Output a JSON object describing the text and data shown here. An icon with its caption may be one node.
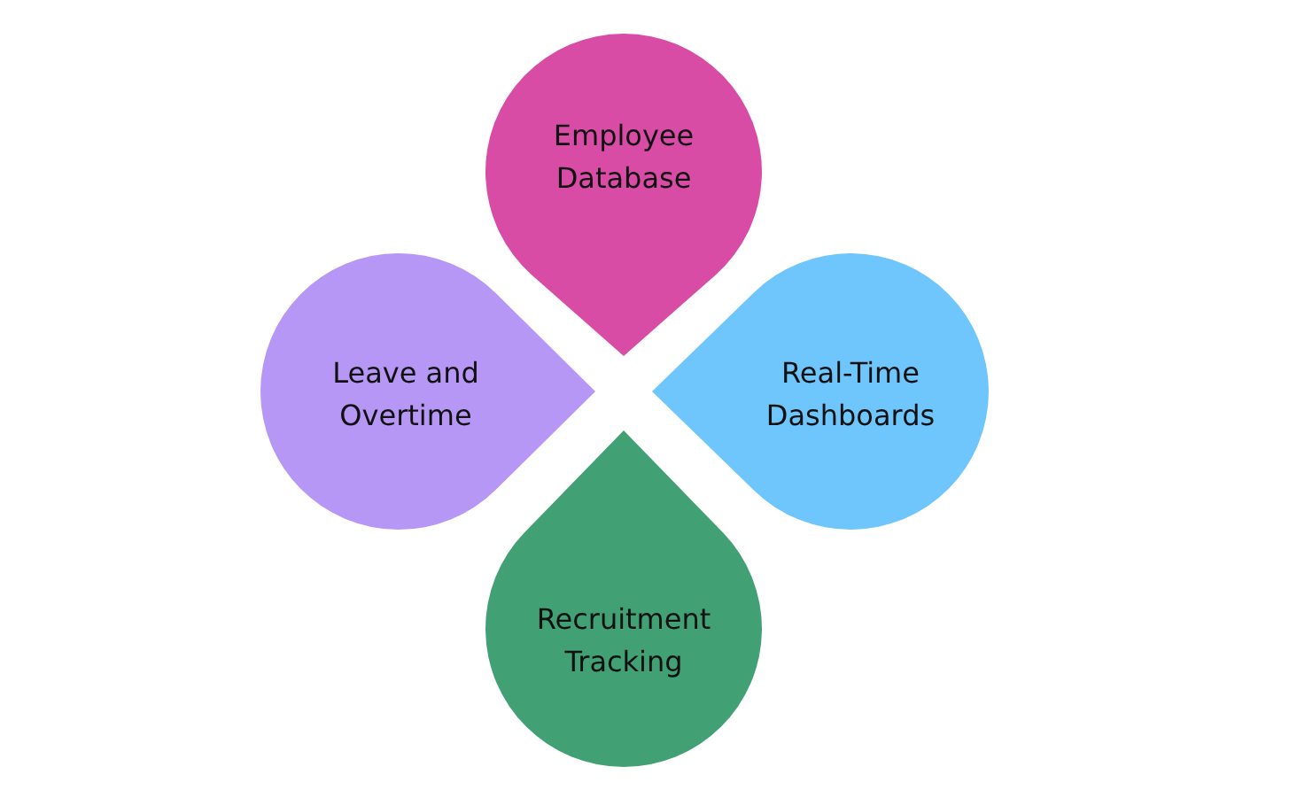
{
  "diagram": {
    "nodes": [
      {
        "text": [
          "Employee Database"
        ]
      },
      {
        "text": [
          "Leave and Overtime"
        ]
      },
      {
        "text": [
          "Real-Time Dashboards"
        ]
      },
      {
        "text": [
          "Recruitment Tracking"
        ]
      }
    ]
  }
}
